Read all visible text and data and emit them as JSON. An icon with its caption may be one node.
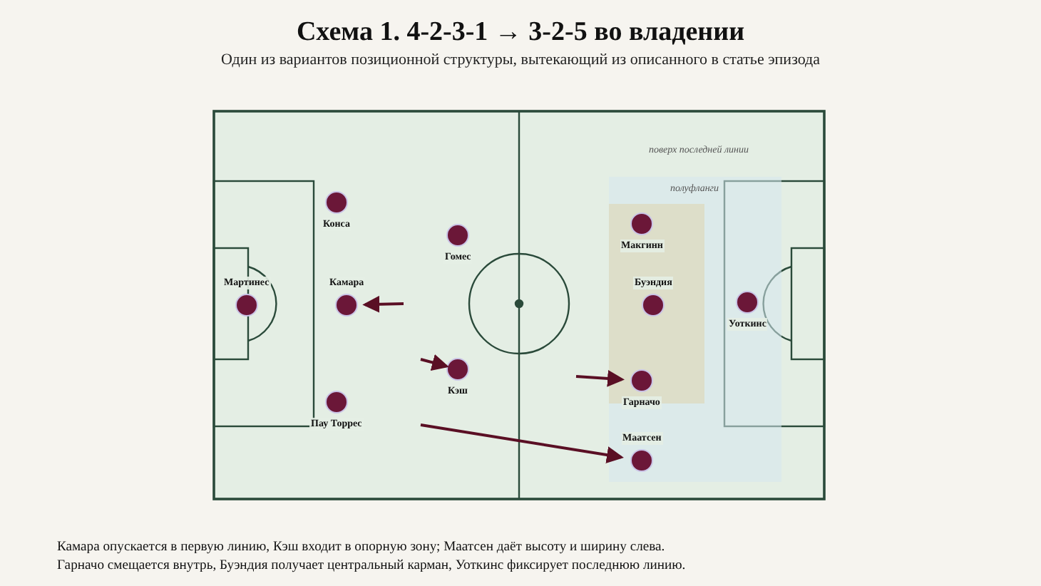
{
  "diagram": {
    "title": "Схема 1. 4-2-3-1 → 3-2-5 во владении",
    "caption": "Один из вариантов позиционной структуры, вытекающий из описанного в статье эпизода",
    "nodes": [
      {
        "text": [
          "Мартинес"
        ]
      },
      {
        "text": [
          "Конса"
        ]
      },
      {
        "text": [
          "Камара"
        ]
      },
      {
        "text": [
          "Пау Торрес"
        ]
      },
      {
        "text": [
          "Гомес"
        ]
      },
      {
        "text": [
          "Кэш"
        ]
      },
      {
        "text": [
          "полуфланги"
        ]
      },
      {
        "text": [],
        "shape": "box",
        "in": 6
      },
      {
        "text": [
          "Макгинн"
        ],
        "in": 7
      },
      {
        "text": [
          "Буэндия"
        ],
        "in": 7
      },
      {
        "text": [
          "Гарначо"
        ],
        "in": 7
      },
      {
        "text": [
          "Маатсен"
        ],
        "in": 6
      },
      {
        "text": [
          "Уоткинс"
        ],
        "in": 6
      }
    ],
    "edges": [
      {
        "from": null,
        "to": 2,
        "arrow": "to"
      },
      {
        "from": null,
        "to": 5,
        "arrow": "to"
      },
      {
        "from": null,
        "to": 10,
        "arrow": "to"
      },
      {
        "from": null,
        "to": 11,
        "arrow": "to"
      }
    ],
    "labels": [
      "поверх последней линии",
      "Камара опускается в первую линию, Кэш входит в опорную зону; Маатсен даёт высоту и ширину слева. Гарначо смещается внутрь, Буэндия получает центральный карман, Уоткинс фиксирует последнюю линию."
    ]
  }
}
